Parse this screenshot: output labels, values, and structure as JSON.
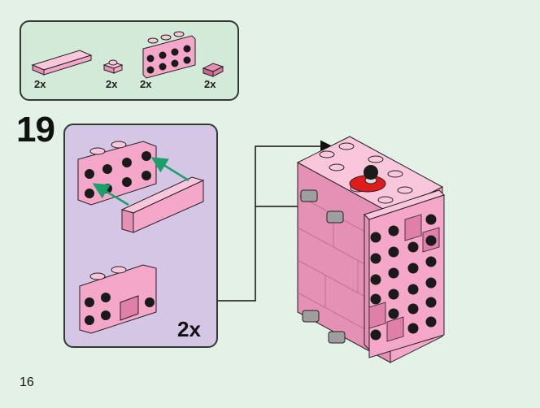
{
  "parts_list": {
    "items": [
      {
        "quantity": "2x",
        "part": "pink-tile-1x4"
      },
      {
        "quantity": "2x",
        "part": "pink-plate-1x1"
      },
      {
        "quantity": "2x",
        "part": "pink-bracket-2x4"
      },
      {
        "quantity": "2x",
        "part": "pink-tile-1x1-slope"
      }
    ]
  },
  "step": {
    "number": "19",
    "sub_assembly_multiplier": "2x"
  },
  "page": {
    "number": "16"
  },
  "colors": {
    "background": "#e3f1e6",
    "parts_box": "#d3ead8",
    "sub_box": "#d6c6e6",
    "brick_pink": "#f4a7c8",
    "brick_dark_pink": "#e07fab",
    "arrow_green": "#1aa06b",
    "stud_black": "#1a1a1a",
    "accent_red": "#e01b1b"
  }
}
